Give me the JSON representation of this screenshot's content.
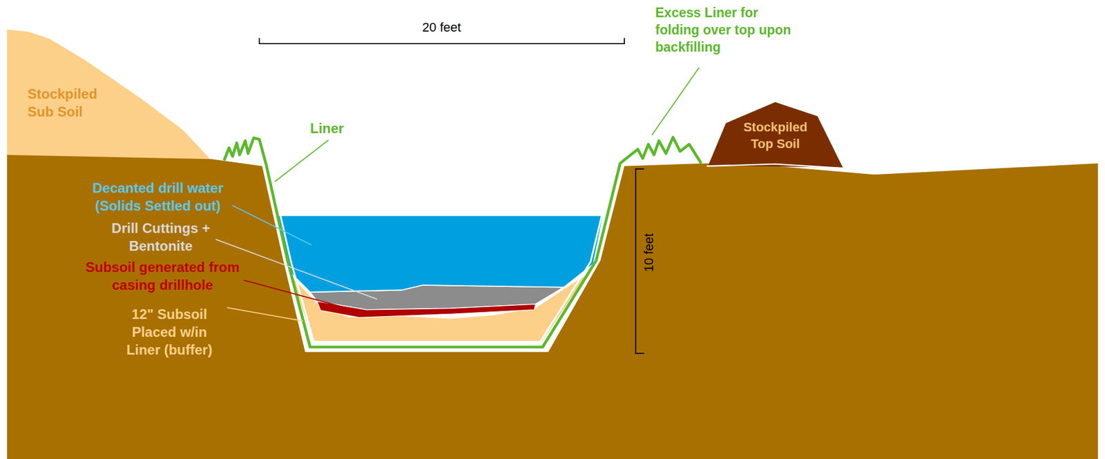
{
  "diagram": {
    "labels": [
      "20 feet",
      "Excess Liner for folding over top upon backfilling",
      "Stockpiled Sub Soil",
      "Liner",
      "Stockpiled Top Soil",
      "Decanted drill water (Solids Settled out)",
      "Drill Cuttings + Bentonite",
      "Subsoil generated from casing drillhole",
      "12\" Subsoil Placed w/in Liner (buffer)",
      "10 feet"
    ]
  }
}
